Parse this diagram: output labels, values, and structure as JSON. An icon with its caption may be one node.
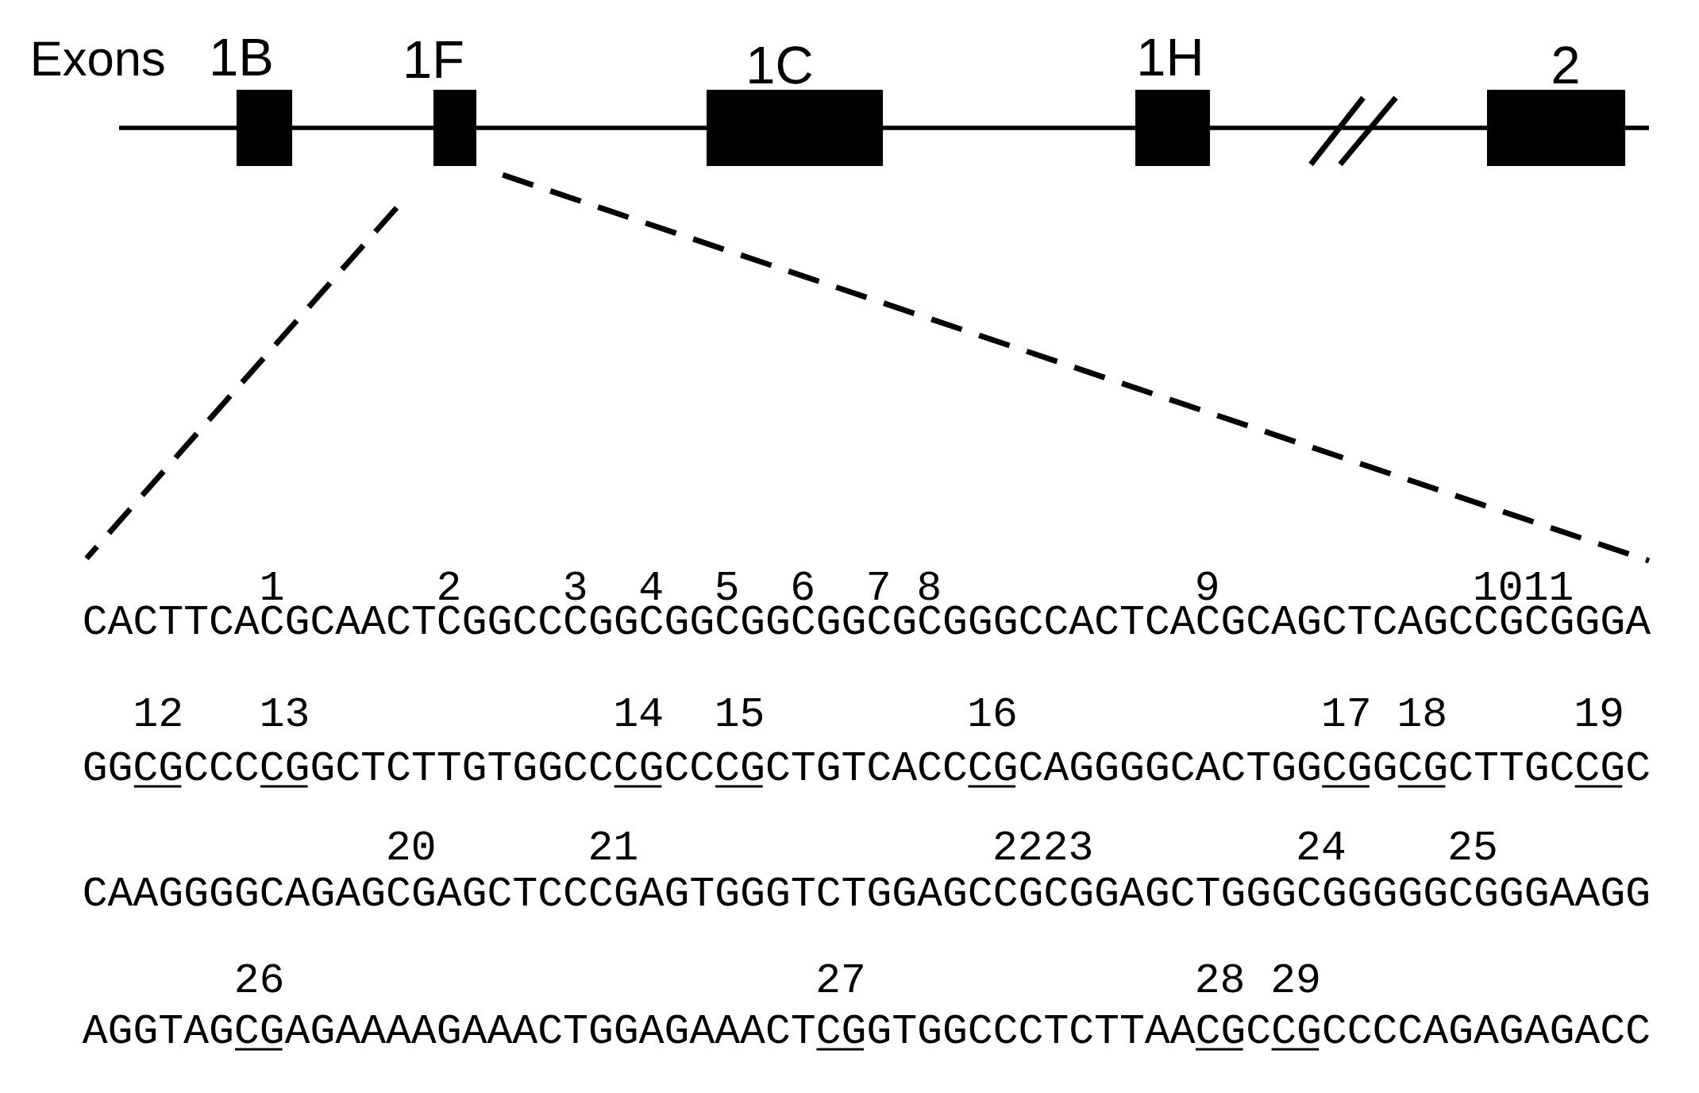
{
  "diagram": {
    "nodes": [
      {
        "text": [
          "1B"
        ]
      },
      {
        "text": [
          "1F"
        ]
      },
      {
        "text": [
          "1C"
        ]
      },
      {
        "text": [
          "1H"
        ]
      },
      {
        "text": [
          "2"
        ]
      }
    ],
    "edges": [
      {
        "from": null,
        "to": 0,
        "arrow": "none"
      },
      {
        "from": 0,
        "to": 1,
        "arrow": "none"
      },
      {
        "from": 1,
        "to": 2,
        "arrow": "none"
      },
      {
        "from": 2,
        "to": 3,
        "arrow": "none"
      },
      {
        "from": 3,
        "to": 4,
        "arrow": "none"
      },
      {
        "from": 4,
        "to": null,
        "arrow": "none"
      },
      {
        "from": 1,
        "to": null,
        "arrow": "none",
        "style": "dashed"
      },
      {
        "from": 1,
        "to": null,
        "arrow": "none",
        "style": "dashed"
      }
    ],
    "labels": [
      "Exons",
      "1",
      "2",
      "3",
      "4",
      "5",
      "6",
      "7",
      "8",
      "9",
      "10",
      "11",
      "CACTTCACGCAACTCGGCCCGGCGGCGGCGGCGCGGGCCACTCACGCAGCTCAGCCGCGGGA",
      "12",
      "13",
      "14",
      "15",
      "16",
      "17",
      "18",
      "19",
      "GGCGCCCCGGCTCTTGTGGCCCGCCCGCTGTCACCCGCAGGGGCACTGGCGGCGCTTGCCGC",
      "20",
      "21",
      "22",
      "23",
      "24",
      "25",
      "CAAGGGGCAGAGCGAGCTCCCGAGTGGGTCTGGAGCCGCGGAGCTGGGCGGGGGCGGGAAGG",
      "26",
      "27",
      "28",
      "29",
      "AGGTAGCGAGAAAAGAAACTGGAGAAACTCGGTGGCCCTCTTAACGCCGCCCCAGAGAGACC"
    ]
  }
}
